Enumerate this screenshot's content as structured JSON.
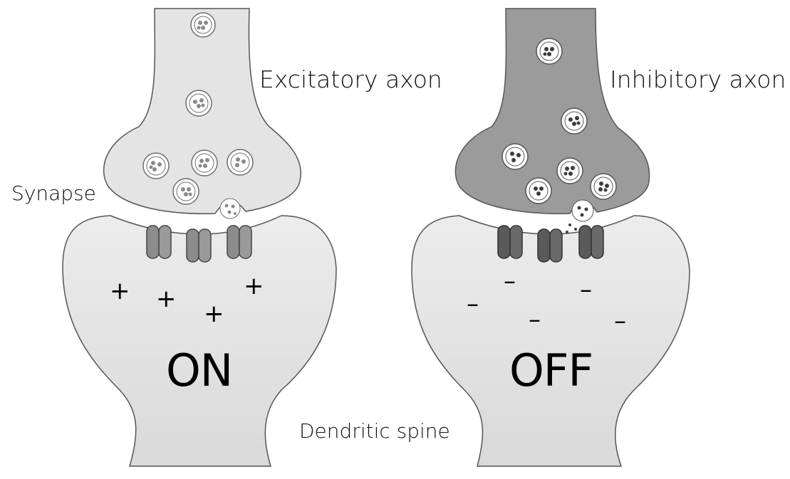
{
  "labels": {
    "excitatory_axon": "Excitatory axon",
    "inhibitory_axon": "Inhibitory axon",
    "synapse": "Synapse",
    "dendritic_spine": "Dendritic spine",
    "on": "ON",
    "off": "OFF"
  },
  "signs": {
    "plus": "+",
    "minus": "–"
  },
  "colors": {
    "excitatory_fill": "#e4e4e4",
    "inhibitory_fill": "#9b9b9b",
    "spine_fill": "#e4e4e4",
    "outline": "#555555",
    "channel_excitatory": "#8c8c8c",
    "channel_inhibitory": "#5a5a5a",
    "vesicle_fill": "#ffffff"
  }
}
